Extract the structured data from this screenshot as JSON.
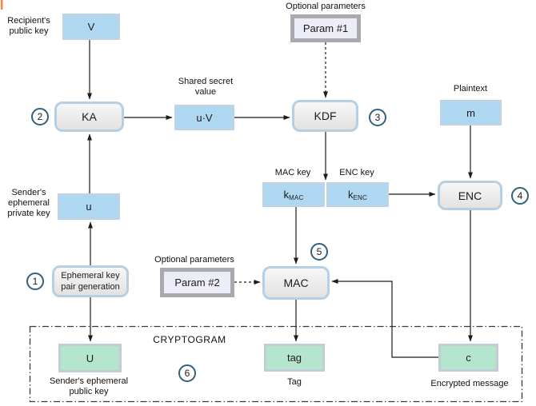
{
  "nodes": {
    "recipient_public_key": "V",
    "key_agreement": "KA",
    "shared_secret": "u·V",
    "kdf": "KDF",
    "param1": "Param #1",
    "plaintext": "m",
    "enc": "ENC",
    "key_base": "k",
    "kmac_sub": "MAC",
    "kenc_sub": "ENC",
    "sender_private_key": "u",
    "ekpg": [
      "Ephemeral key",
      "pair generation"
    ],
    "param2": "Param #2",
    "mac": "MAC",
    "sender_public_key": "U",
    "tag": "tag",
    "ciphertext": "c"
  },
  "captions": {
    "recipient": [
      "Recipient's",
      "public key"
    ],
    "shared_secret": [
      "Shared secret",
      "value"
    ],
    "optional_params_1": "Optional parameters",
    "plaintext": "Plaintext",
    "mac_key": "MAC key",
    "enc_key": "ENC key",
    "sender_private": [
      "Sender's",
      "ephemeral",
      "private key"
    ],
    "optional_params_2": "Optional parameters",
    "cryptogram": "CRYPTOGRAM",
    "sender_public": [
      "Sender's ephemeral",
      "public key"
    ],
    "tag": "Tag",
    "encrypted_message": "Encrypted message"
  },
  "steps": [
    "1",
    "2",
    "3",
    "4",
    "5",
    "6"
  ],
  "colors": {
    "data_box_fill": "#aed7f2",
    "data_box_border": "#bdd3e7",
    "process_box_fill": "#ececec",
    "process_box_border": "#b7cfe3",
    "param_box_fill": "#ededf8",
    "param_box_border": "#a9a9b0",
    "output_box_fill": "#b4e6cd",
    "output_box_border": "#c0cdd7",
    "step_circle_border": "#33607a",
    "arrow": "#1c1c1c",
    "cryptogram_border": "#3a3a3a",
    "corner_artifact": "#f5863c"
  }
}
